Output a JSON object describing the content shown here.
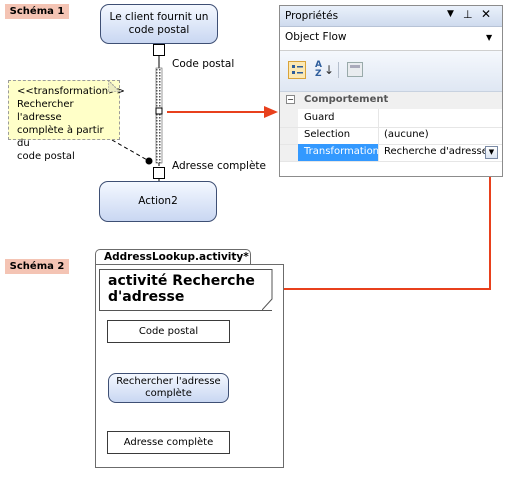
{
  "schema1_label": "Schéma 1",
  "schema2_label": "Schéma 2",
  "diagram1": {
    "start_node": "Le client fournit un code postal",
    "pin_top_label": "Code postal",
    "pin_bottom_label": "Adresse complète",
    "note_lines": [
      "<<transformation>>",
      "Rechercher l'adresse",
      "complète à partir du",
      "code postal"
    ],
    "end_node": "Action2"
  },
  "properties": {
    "title": "Propriétés",
    "object_selector": "Object Flow",
    "category": "Comportement",
    "rows": [
      {
        "key": "Guard",
        "value": ""
      },
      {
        "key": "Selection",
        "value": "(aucune)"
      },
      {
        "key": "Transformation",
        "value": "Recherche d'adresse"
      }
    ]
  },
  "activity": {
    "tab_title": "AddressLookup.activity*",
    "heading_line1": "activité Recherche",
    "heading_line2": "d'adresse",
    "input_box": "Code postal",
    "action_line1": "Rechercher l'adresse",
    "action_line2": "complète",
    "output_box": "Adresse complète"
  },
  "colors": {
    "arrow": "#e8401c",
    "tag_bg": "#f4c4b4",
    "node_border": "#3e4f74",
    "selection": "#3399ff"
  }
}
